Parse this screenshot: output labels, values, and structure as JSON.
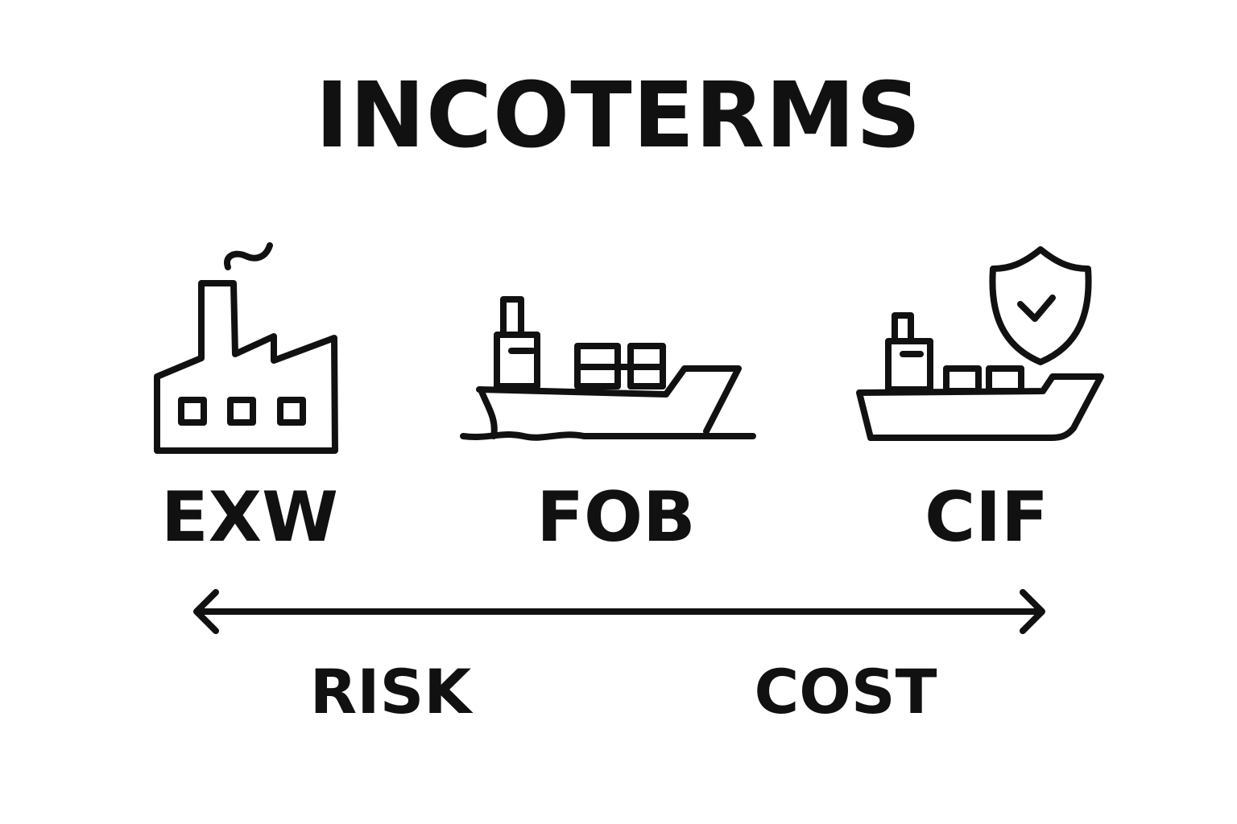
{
  "title": "INCOTERMS",
  "terms": [
    {
      "code": "EXW",
      "icon": "factory-icon"
    },
    {
      "code": "FOB",
      "icon": "cargo-ship-icon"
    },
    {
      "code": "CIF",
      "icon": "insured-cargo-ship-icon"
    }
  ],
  "axis": {
    "left_label": "RISK",
    "right_label": "COST",
    "arrow_icon": "double-headed-arrow-icon"
  },
  "colors": {
    "ink": "#111111",
    "background": "#ffffff"
  }
}
